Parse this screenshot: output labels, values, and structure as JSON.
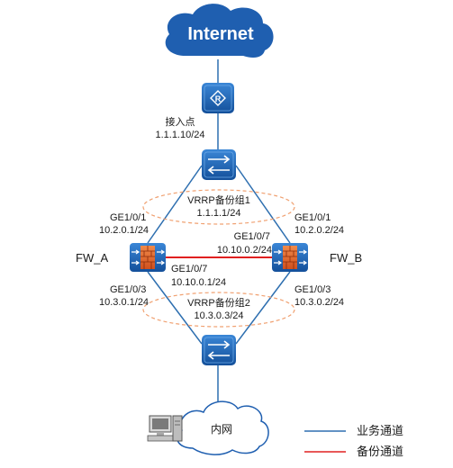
{
  "internet": {
    "label": "Internet"
  },
  "access_point": {
    "title": "接入点",
    "ip": "1.1.1.10/24"
  },
  "vrrp1": {
    "name": "VRRP备份组1",
    "ip": "1.1.1.1/24"
  },
  "vrrp2": {
    "name": "VRRP备份组2",
    "ip": "10.3.0.3/24"
  },
  "fw_a": {
    "name": "FW_A",
    "up_if": "GE1/0/1",
    "up_ip": "10.2.0.1/24",
    "hb_if": "GE1/0/7",
    "hb_ip": "10.10.0.1/24",
    "down_if": "GE1/0/3",
    "down_ip": "10.3.0.1/24"
  },
  "fw_b": {
    "name": "FW_B",
    "up_if": "GE1/0/1",
    "up_ip": "10.2.0.2/24",
    "hb_if": "GE1/0/7",
    "hb_ip": "10.10.0.2/24",
    "down_if": "GE1/0/3",
    "down_ip": "10.3.0.2/24"
  },
  "intranet": {
    "label": "内网"
  },
  "legend": {
    "business": {
      "label": "业务通道",
      "color": "#2e6fb0"
    },
    "backup": {
      "label": "备份通道",
      "color": "#e02020"
    }
  },
  "colors": {
    "link": "#2e6fb0",
    "heartbeat": "#e02020",
    "cloud": "#1f5fb0",
    "device": "#1f5fb0",
    "firewall": "#e26a2c",
    "ellipse": "#f0a070"
  }
}
